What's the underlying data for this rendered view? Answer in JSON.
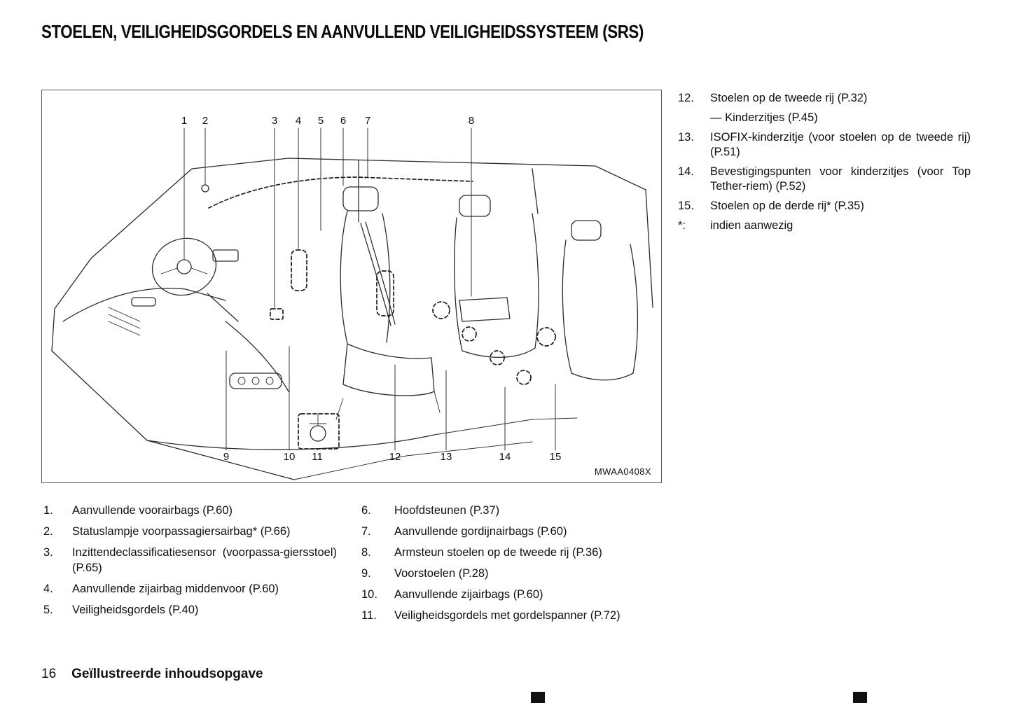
{
  "page": {
    "title": "STOELEN, VEILIGHEIDSGORDELS EN AANVULLEND VEILIGHEIDSSYSTEEM (SRS)",
    "footer_page_number": "16",
    "footer_section": "Geïllustreerde inhoudsopgave"
  },
  "figure": {
    "code": "MWAA0408X",
    "callouts": [
      "1",
      "2",
      "3",
      "4",
      "5",
      "6",
      "7",
      "8",
      "9",
      "10",
      "11",
      "12",
      "13",
      "14",
      "15"
    ]
  },
  "right_list": {
    "rows": [
      {
        "num": "12.",
        "text": "Stoelen op de tweede rij (P.32)"
      },
      {
        "num": "",
        "text": "— Kinderzitjes (P.45)"
      },
      {
        "num": "13.",
        "text": "ISOFIX-kinderzitje (voor stoelen op de tweede rij) (P.51)"
      },
      {
        "num": "14.",
        "text": "Bevestigingspunten voor kinderzitjes (voor Top Tether-riem) (P.52)"
      },
      {
        "num": "15.",
        "text": "Stoelen op de derde rij* (P.35)"
      },
      {
        "num": "*:",
        "text": "indien aanwezig"
      }
    ]
  },
  "bottom_left": {
    "rows": [
      {
        "num": "1.",
        "text": "Aanvullende voorairbags (P.60)"
      },
      {
        "num": "2.",
        "text": "Statuslampje voorpassagiersairbag* (P.66)"
      },
      {
        "num": "3.",
        "text": "Inzittendeclassificatiesensor (voorpassa-giersstoel) (P.65)"
      },
      {
        "num": "4.",
        "text": "Aanvullende zijairbag middenvoor (P.60)"
      },
      {
        "num": "5.",
        "text": "Veiligheidsgordels (P.40)"
      }
    ]
  },
  "bottom_right": {
    "rows": [
      {
        "num": "6.",
        "text": "Hoofdsteunen (P.37)"
      },
      {
        "num": "7.",
        "text": "Aanvullende gordijnairbags (P.60)"
      },
      {
        "num": "8.",
        "text": "Armsteun stoelen op de tweede rij (P.36)"
      },
      {
        "num": "9.",
        "text": "Voorstoelen (P.28)"
      },
      {
        "num": "10.",
        "text": "Aanvullende zijairbags (P.60)"
      },
      {
        "num": "11.",
        "text": "Veiligheidsgordels met gordelspanner (P.72)"
      }
    ]
  }
}
